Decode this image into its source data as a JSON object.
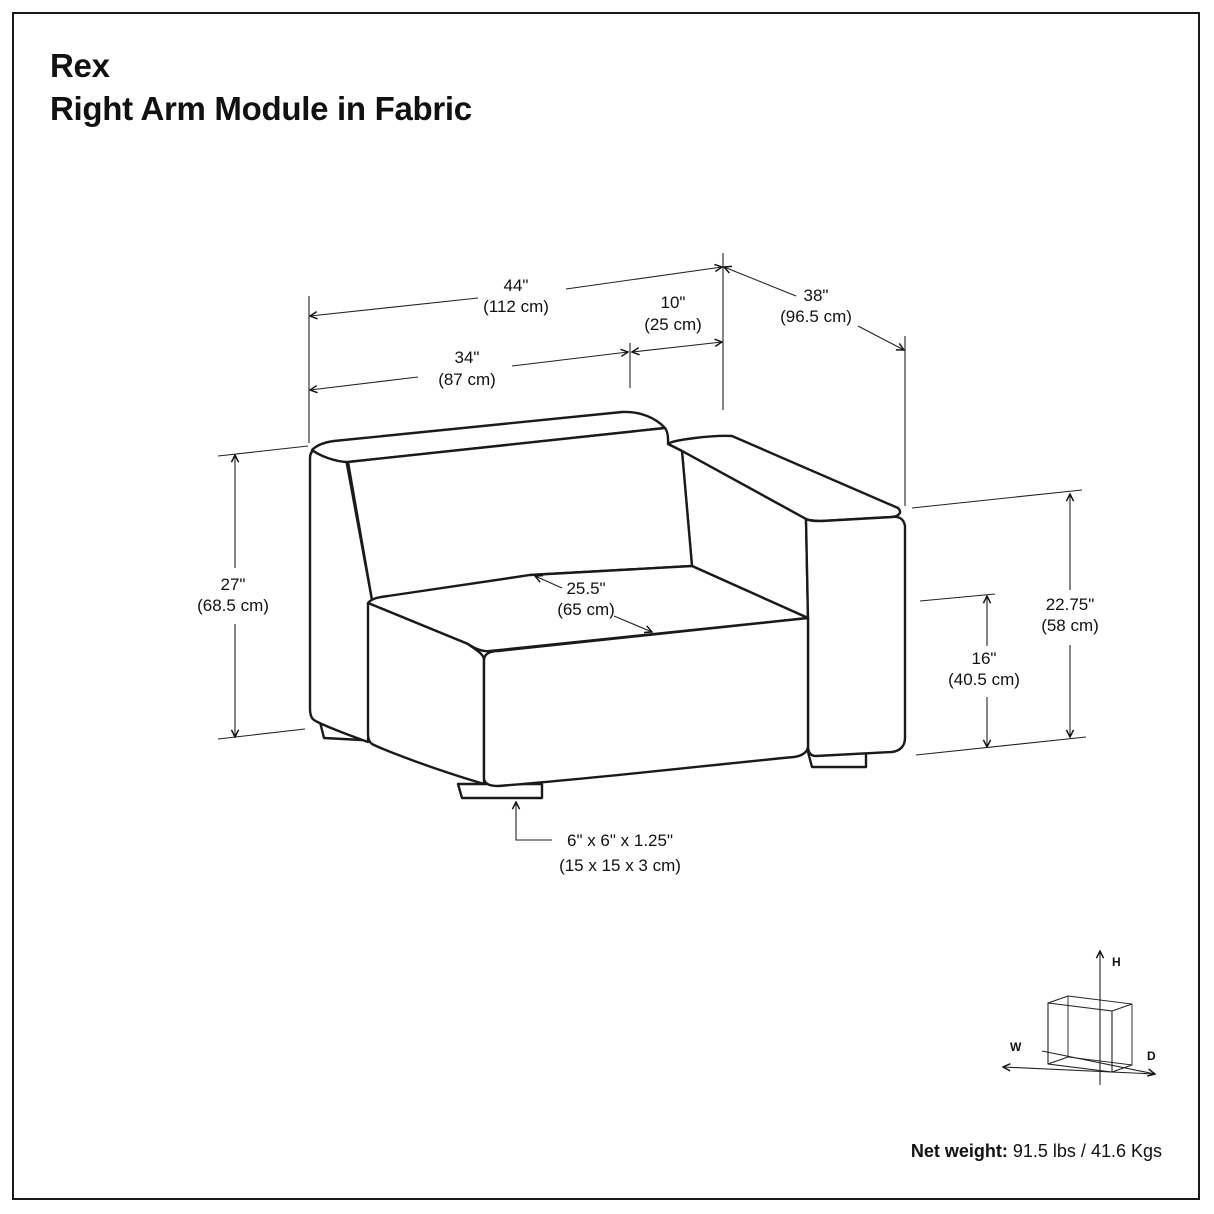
{
  "header": {
    "product": "Rex",
    "subtitle": "Right Arm Module in Fabric"
  },
  "dimensions": {
    "overall_width": {
      "imperial": "44\"",
      "metric": "(112 cm)"
    },
    "seat_width": {
      "imperial": "34\"",
      "metric": "(87 cm)"
    },
    "arm_width": {
      "imperial": "10\"",
      "metric": "(25 cm)"
    },
    "depth": {
      "imperial": "38\"",
      "metric": "(96.5 cm)"
    },
    "back_height": {
      "imperial": "27\"",
      "metric": "(68.5 cm)"
    },
    "arm_height": {
      "imperial": "22.75\"",
      "metric": "(58 cm)"
    },
    "seat_height": {
      "imperial": "16\"",
      "metric": "(40.5 cm)"
    },
    "seat_depth": {
      "imperial": "25.5\"",
      "metric": "(65 cm)"
    },
    "leg_size": {
      "imperial": "6\" x 6\" x 1.25\"",
      "metric": "(15 x 15 x 3 cm)"
    }
  },
  "axes": {
    "h": "H",
    "w": "W",
    "d": "D"
  },
  "footer": {
    "weight_label": "Net weight:",
    "weight_value": "91.5 lbs / 41.6 Kgs"
  }
}
